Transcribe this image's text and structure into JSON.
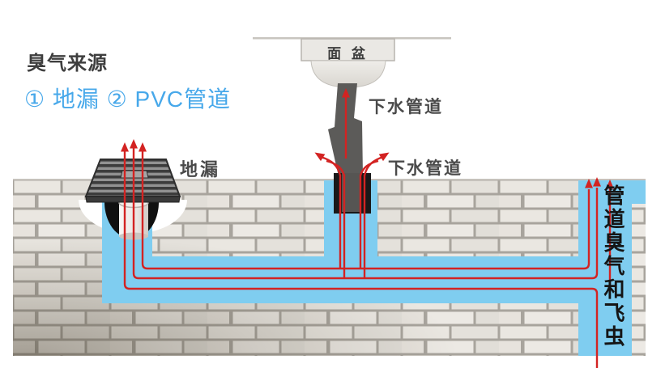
{
  "header": {
    "title": "臭气来源",
    "subtitle": "① 地漏 ② PVC管道",
    "title_color": "#3e3e3e",
    "subtitle_color": "#47a8ea"
  },
  "labels": {
    "basin": "面 盆",
    "floor_drain": "地漏",
    "down_pipe_upper": "下水管道",
    "down_pipe_lower": "下水管道",
    "stack_vertical": "管道臭气和飞虫"
  },
  "legend": {
    "odor_source_1": "地漏",
    "odor_source_2": "PVC管道"
  },
  "flows": [
    {
      "name": "odor-out-of-floor-drain",
      "direction": "up",
      "arrow_count": 3
    },
    {
      "name": "odor-up-sink-drain-pipe",
      "direction": "up",
      "arrow_count": 1
    },
    {
      "name": "odor-around-pipe-floor-gap",
      "direction": "up-outward",
      "arrow_count": 2
    },
    {
      "name": "odor-rising-in-right-stack",
      "direction": "up",
      "arrow_count": 3
    }
  ],
  "colors": {
    "channel_blue": "#7fcdf0",
    "flow_red": "#d32322",
    "brick_face": "#e8e5e0",
    "brick_mortar": "#a8a49d",
    "pipe_gray": "#5c5b59",
    "sleeve_black": "#191919",
    "fixture_fill": "#eae8e4",
    "label_gray": "#4a4a4a"
  }
}
